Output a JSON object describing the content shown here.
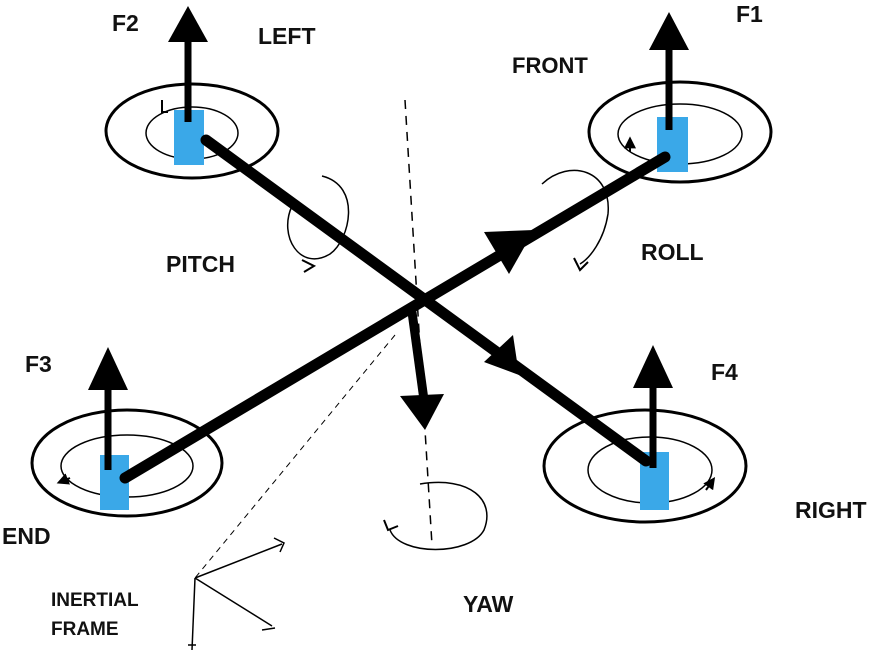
{
  "labels": {
    "f1": "F1",
    "f2": "F2",
    "f3": "F3",
    "f4": "F4",
    "left": "LEFT",
    "front": "FRONT",
    "pitch": "PITCH",
    "roll": "ROLL",
    "right": "RIGHT",
    "end": "END",
    "yaw": "YAW",
    "inertial_line1": "INERTIAL",
    "inertial_line2": "FRAME"
  },
  "colors": {
    "frame": "#000000",
    "motor": "#3aa8e8"
  }
}
